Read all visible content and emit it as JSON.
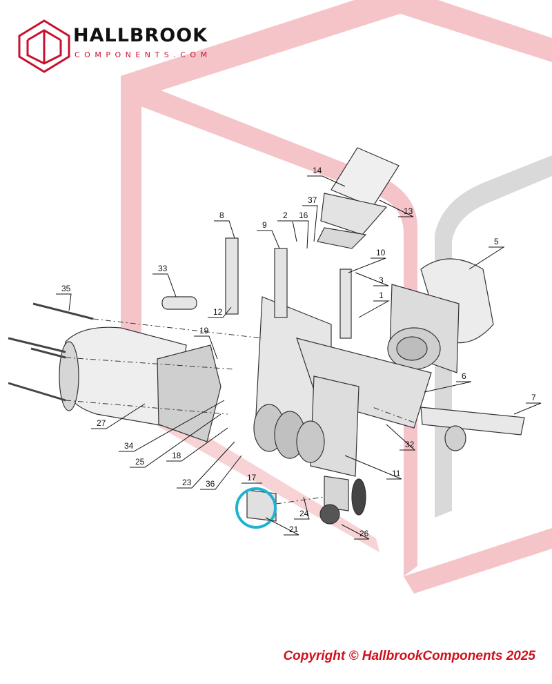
{
  "brand": {
    "name": "HALLBROOK",
    "subtitle": "COMPONENTS.COM",
    "accent_color": "#d0101e"
  },
  "diagram": {
    "type": "exploded-parts-view",
    "callouts": [
      "1",
      "2",
      "3",
      "5",
      "6",
      "7",
      "8",
      "9",
      "10",
      "11",
      "12",
      "13",
      "14",
      "16",
      "17",
      "18",
      "19",
      "21",
      "23",
      "24",
      "25",
      "26",
      "27",
      "32",
      "33",
      "34",
      "35",
      "36",
      "37"
    ],
    "highlighted_callout": "21",
    "highlight_color": "#1fb3d1"
  },
  "footer": {
    "copyright": "Copyright © HallbrookComponents 2025"
  }
}
